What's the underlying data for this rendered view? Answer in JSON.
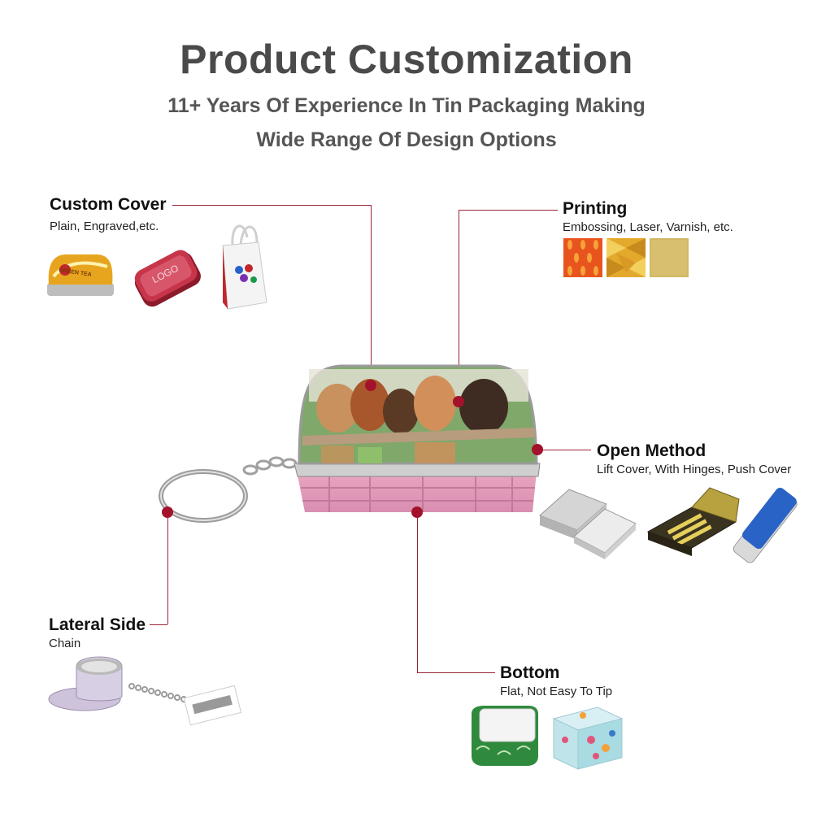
{
  "header": {
    "title": "Product Customization",
    "subtitle_1": "11+ Years Of Experience In Tin Packaging Making",
    "subtitle_2": "Wide Range Of Design Options"
  },
  "callouts": {
    "custom_cover": {
      "heading": "Custom Cover",
      "desc": "Plain, Engraved,etc.",
      "logo_text": "LOGO",
      "tin_text": "GREEN TEA"
    },
    "printing": {
      "heading": "Printing",
      "desc": "Embossing, Laser, Varnish, etc."
    },
    "open_method": {
      "heading": "Open Method",
      "desc": "Lift Cover, With Hinges, Push Cover"
    },
    "lateral_side": {
      "heading": "Lateral Side",
      "desc": "Chain"
    },
    "bottom": {
      "heading": "Bottom",
      "desc": "Flat, Not Easy To Tip"
    }
  },
  "colors": {
    "accent": "#a3122a",
    "line": "#9b2335",
    "title": "#4a4a4a"
  }
}
